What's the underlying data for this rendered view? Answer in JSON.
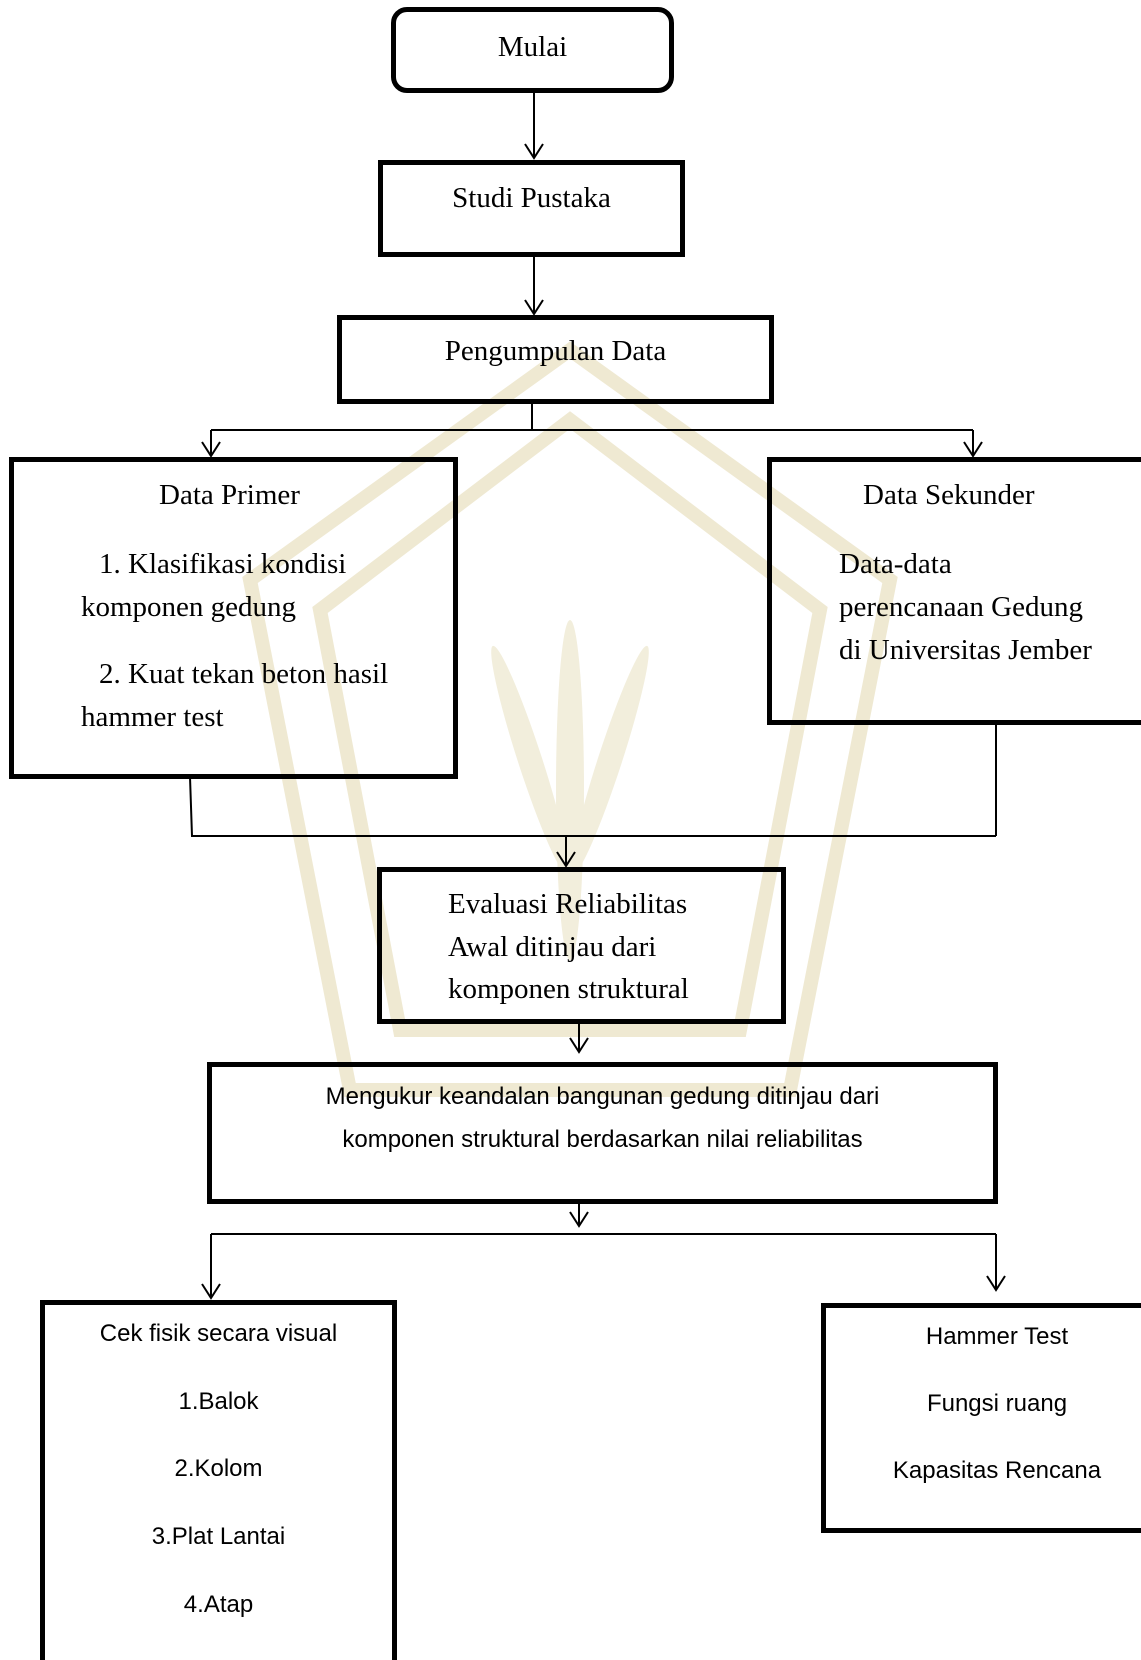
{
  "flowchart": {
    "start": "Mulai",
    "literature": "Studi Pustaka",
    "data_collection": "Pengumpulan Data",
    "primary": {
      "title": "Data Primer",
      "item1_line1": "1. Klasifikasi kondisi",
      "item1_line2": "komponen gedung",
      "item2_line1": "2.  Kuat tekan beton hasil",
      "item2_line2": "hammer test"
    },
    "secondary": {
      "title": "Data Sekunder",
      "line1": "Data-data",
      "line2": "perencanaan Gedung",
      "line3": "di Universitas Jember"
    },
    "evaluation": {
      "line1": "Evaluasi Reliabilitas",
      "line2": "Awal ditinjau dari",
      "line3": "komponen struktural"
    },
    "measure": {
      "line1": "Mengukur keandalan bangunan gedung ditinjau dari",
      "line2": "komponen struktural berdasarkan nilai reliabilitas"
    },
    "visual_check": {
      "title": "Cek fisik secara visual",
      "items": [
        "1.Balok",
        "2.Kolom",
        "3.Plat Lantai",
        "4.Atap"
      ]
    },
    "hammer": {
      "items": [
        "Hammer Test",
        "Fungsi ruang",
        "Kapasitas Rencana"
      ]
    }
  },
  "colors": {
    "stroke": "#000000",
    "watermark": "#efe9d2"
  }
}
